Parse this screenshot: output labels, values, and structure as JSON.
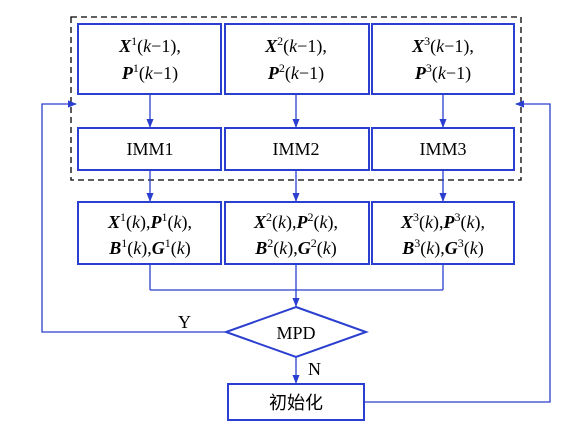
{
  "colors": {
    "box_stroke": "#2a3fd0",
    "line": "#2a3fd0",
    "dashed_group": "#000000",
    "text": "#000000"
  },
  "prior_states": [
    {
      "x": "X",
      "p": "P",
      "sup": "1",
      "arg": "k",
      "minus": "−1"
    },
    {
      "x": "X",
      "p": "P",
      "sup": "2",
      "arg": "k",
      "minus": "−1"
    },
    {
      "x": "X",
      "p": "P",
      "sup": "3",
      "arg": "k",
      "minus": "−1"
    }
  ],
  "imm_filters": [
    "IMM1",
    "IMM2",
    "IMM3"
  ],
  "outputs": [
    {
      "x": "X",
      "p": "P",
      "b": "B",
      "g": "G",
      "sup": "1",
      "arg": "k"
    },
    {
      "x": "X",
      "p": "P",
      "b": "B",
      "g": "G",
      "sup": "2",
      "arg": "k"
    },
    {
      "x": "X",
      "p": "P",
      "b": "B",
      "g": "G",
      "sup": "3",
      "arg": "k"
    }
  ],
  "decision": {
    "label": "MPD",
    "yes": "Y",
    "no": "N"
  },
  "init": {
    "label": "初始化"
  }
}
